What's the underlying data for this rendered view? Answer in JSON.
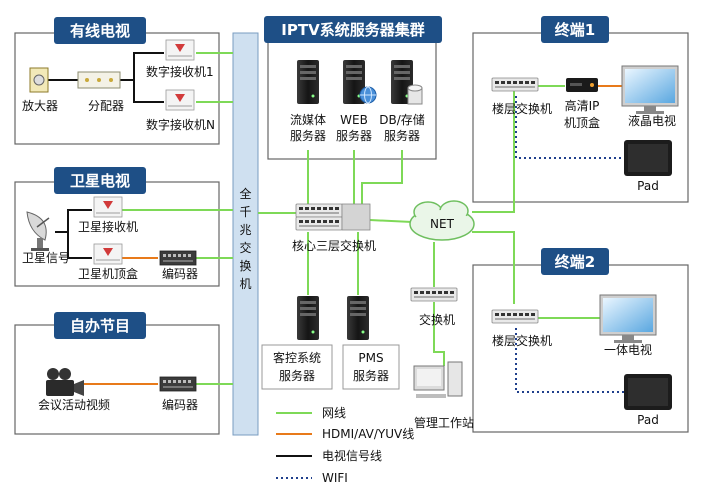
{
  "colors": {
    "network_line": "#7ed957",
    "hdmi_line": "#e87a1a",
    "tv_signal_line": "#111111",
    "wifi_line": "#1f3f8c",
    "title_bg": "#1e4f86",
    "backbone_fill": "#cfe0f0"
  },
  "sections": {
    "cable_tv": "有线电视",
    "satellite_tv": "卫星电视",
    "own_program": "自办节目",
    "iptv_servers": "IPTV系统服务器集群",
    "terminal1": "终端1",
    "terminal2": "终端2"
  },
  "backbone_label": [
    "全",
    "千",
    "兆",
    "交",
    "换",
    "机"
  ],
  "nodes": {
    "amplifier": "放大器",
    "splitter": "分配器",
    "receiver1": "数字接收机1",
    "receiverN": "数字接收机N",
    "sat_signal": "卫星信号",
    "sat_receiver": "卫星接收机",
    "sat_stb": "卫星机顶盒",
    "encoder1": "编码器",
    "meeting_video": "会议活动视频",
    "encoder2": "编码器",
    "streaming_server": [
      "流媒体",
      "服务器"
    ],
    "web_server": [
      "WEB",
      "服务器"
    ],
    "db_server": [
      "DB/存储",
      "服务器"
    ],
    "core_switch": "核心三层交换机",
    "net": "NET",
    "guest_server": [
      "客控系统",
      "服务器"
    ],
    "pms_server": [
      "PMS",
      "服务器"
    ],
    "switch": "交换机",
    "mgmt_ws": "管理工作站",
    "t1_floor_switch": "楼层交换机",
    "t1_stb": [
      "高清IP",
      "机顶盒"
    ],
    "t1_lcd": "液晶电视",
    "t1_pad": "Pad",
    "t2_floor_switch": "楼层交换机",
    "t2_tv": "一体电视",
    "t2_pad": "Pad"
  },
  "icons": {
    "amplifier": "amplifier-icon",
    "splitter": "splitter-icon",
    "receiver": "receiver-icon",
    "dish": "satellite-dish-icon",
    "encoder": "encoder-icon",
    "camera": "camera-icon",
    "server": "server-icon",
    "switch": "switch-icon",
    "cloud": "cloud-icon",
    "stb": "stb-icon",
    "monitor": "monitor-icon",
    "pad": "pad-icon",
    "workstation": "workstation-icon"
  },
  "legend": {
    "network": "网线",
    "hdmi": "HDMI/AV/YUV线",
    "tv_signal": "电视信号线",
    "wifi": "WIFI"
  }
}
